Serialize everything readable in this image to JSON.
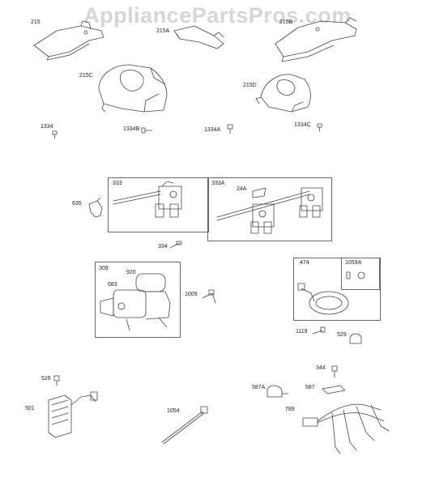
{
  "watermark": "AppliancePartsPros.com",
  "parts": {
    "p215": "215",
    "p215a": "215A",
    "p215b": "215B",
    "p215c": "215C",
    "p215d": "215D",
    "p1334": "1334",
    "p1334b": "1334B",
    "p1334a": "1334A",
    "p1334c": "1334C",
    "p333": "333",
    "p333a": "333A",
    "p24a": "24A",
    "p635": "635",
    "p334": "334",
    "p309": "309",
    "p920": "920",
    "p683": "683",
    "p1009": "1009",
    "p474": "474",
    "p1059a": "1059A",
    "p1119": "1119",
    "p529": "529",
    "p526": "526",
    "p501": "501",
    "p1054": "1054",
    "p344": "344",
    "p587a": "587A",
    "p587": "587",
    "p789": "789"
  }
}
